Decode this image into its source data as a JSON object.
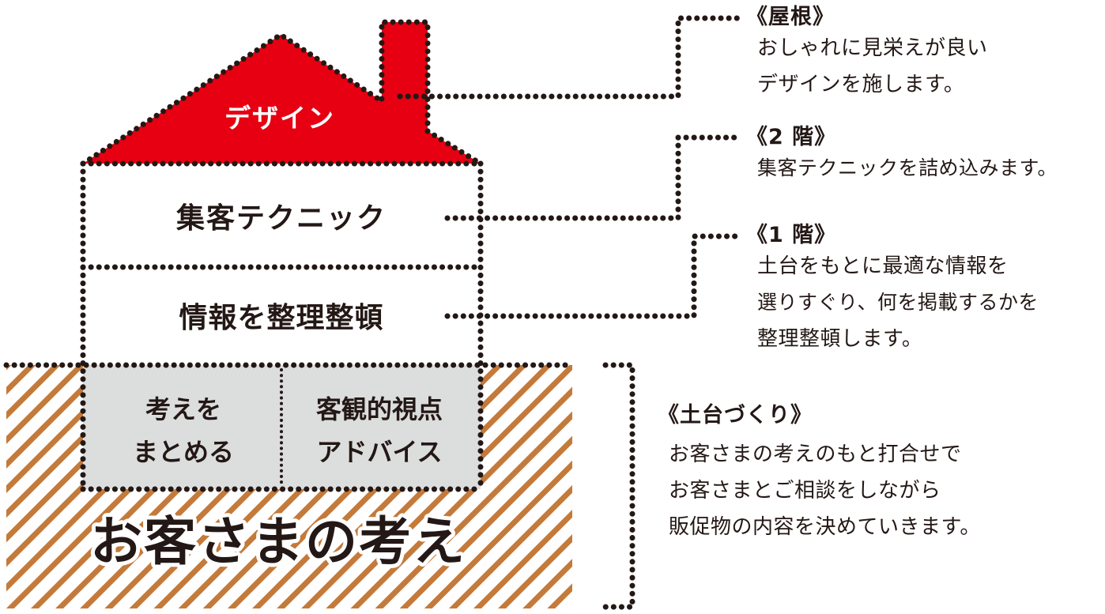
{
  "house": {
    "roof_label": "デザイン",
    "floor2_label": "集客テクニック",
    "floor1_label": "情報を整理整頓",
    "foundation_left": [
      "考えを",
      "まとめる"
    ],
    "foundation_right": [
      "客観的視点",
      "アドバイス"
    ],
    "ground_label": "お客さまの考え"
  },
  "notes": {
    "roof": {
      "heading": "《屋根》",
      "lines": [
        "おしゃれに見栄えが良い",
        "デザインを施します。"
      ]
    },
    "floor2": {
      "heading": "《2 階》",
      "lines": [
        "集客テクニックを詰め込みます。"
      ]
    },
    "floor1": {
      "heading": "《1 階》",
      "lines": [
        "土台をもとに最適な情報を",
        "選りすぐり、何を掲載するかを",
        "整理整頓します。"
      ]
    },
    "foundation": {
      "heading": "《土台づくり》",
      "lines": [
        "お客さまの考えのもと打合せで",
        "お客さまとご相談をしながら",
        "販促物の内容を決めていきます。"
      ]
    }
  },
  "colors": {
    "roof_red": "#e60012",
    "outline": "#231815",
    "foundation_gray": "#dcdddd",
    "ground_stripe": "#c47a3a"
  }
}
